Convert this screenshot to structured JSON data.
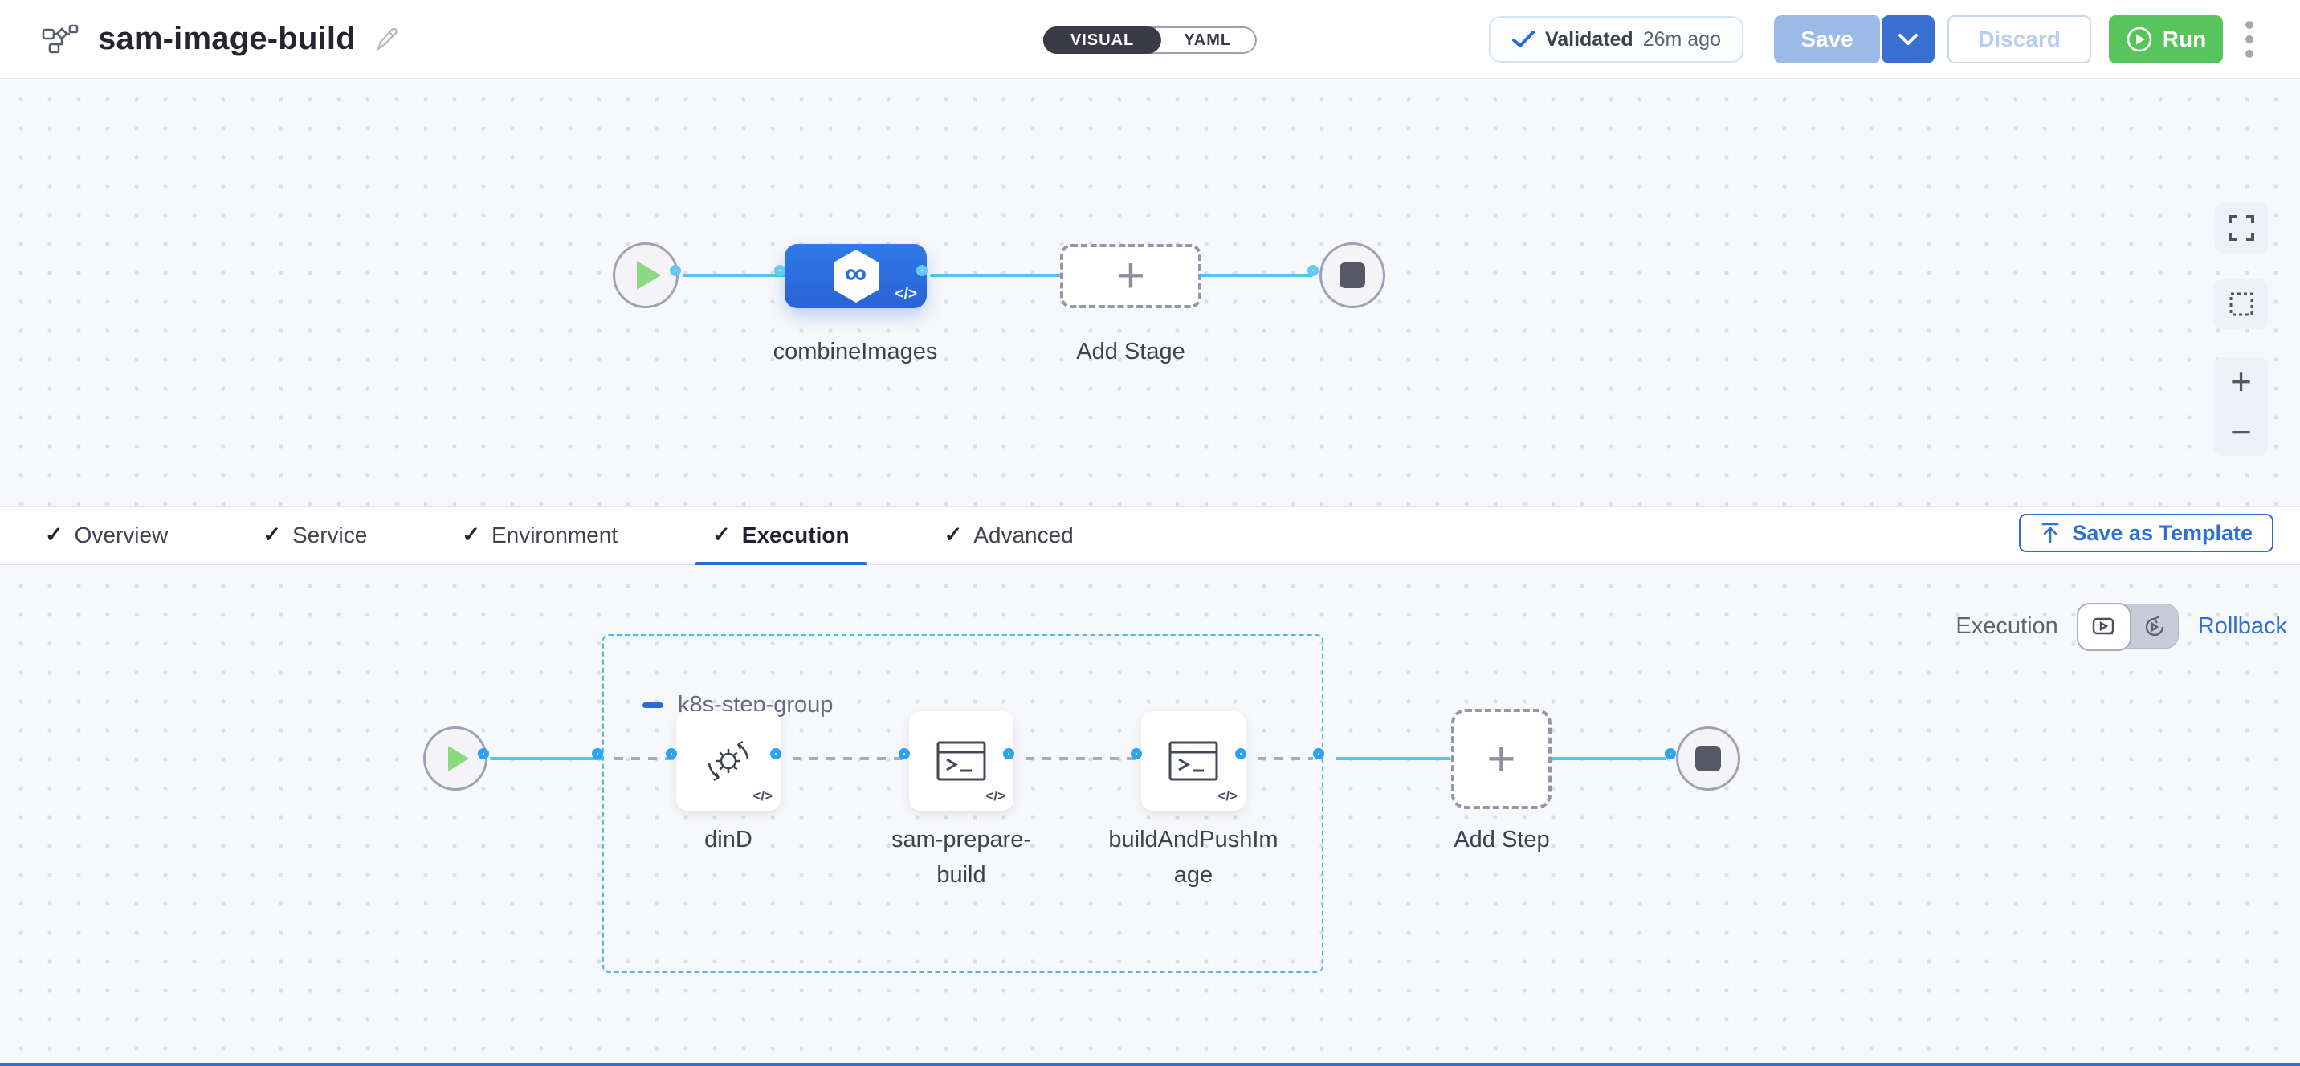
{
  "header": {
    "title": "sam-image-build",
    "mode_toggle": {
      "visual": "VISUAL",
      "yaml": "YAML",
      "selected": "VISUAL"
    },
    "validation": {
      "status": "Validated",
      "time_ago": "26m ago"
    },
    "buttons": {
      "save": "Save",
      "discard": "Discard",
      "run": "Run"
    }
  },
  "stage_canvas": {
    "stages": [
      {
        "label": "combineImages",
        "type": "ci-build-stage"
      }
    ],
    "add_stage_label": "Add Stage"
  },
  "config_tabs": {
    "items": [
      {
        "label": "Overview",
        "checked": true,
        "active": false
      },
      {
        "label": "Service",
        "checked": true,
        "active": false
      },
      {
        "label": "Environment",
        "checked": true,
        "active": false
      },
      {
        "label": "Execution",
        "checked": true,
        "active": true
      },
      {
        "label": "Advanced",
        "checked": true,
        "active": false
      }
    ],
    "save_as_template": "Save as Template"
  },
  "execution_canvas": {
    "mode_label": "Execution",
    "rollback_label": "Rollback",
    "step_group": {
      "label": "k8s-step-group"
    },
    "steps": [
      {
        "label": "dinD",
        "type": "background-step"
      },
      {
        "label": "sam-prepare-build",
        "type": "run-step"
      },
      {
        "label": "buildAndPushImage",
        "type": "run-step"
      }
    ],
    "add_step_label": "Add Step"
  },
  "icons": {
    "check": "✓",
    "plus": "+",
    "code": "</>",
    "infinity": "∞"
  },
  "colors": {
    "accent_blue": "#2a6bd9",
    "run_green": "#58c45c",
    "flow_line_blue": "#54c3f0",
    "port_blue": "#2da1f2",
    "group_border": "#49b9ea",
    "canvas_bg": "#f7f8fb",
    "toggle_dark": "#3a3b47",
    "save_disabled": "#9cbae7"
  }
}
